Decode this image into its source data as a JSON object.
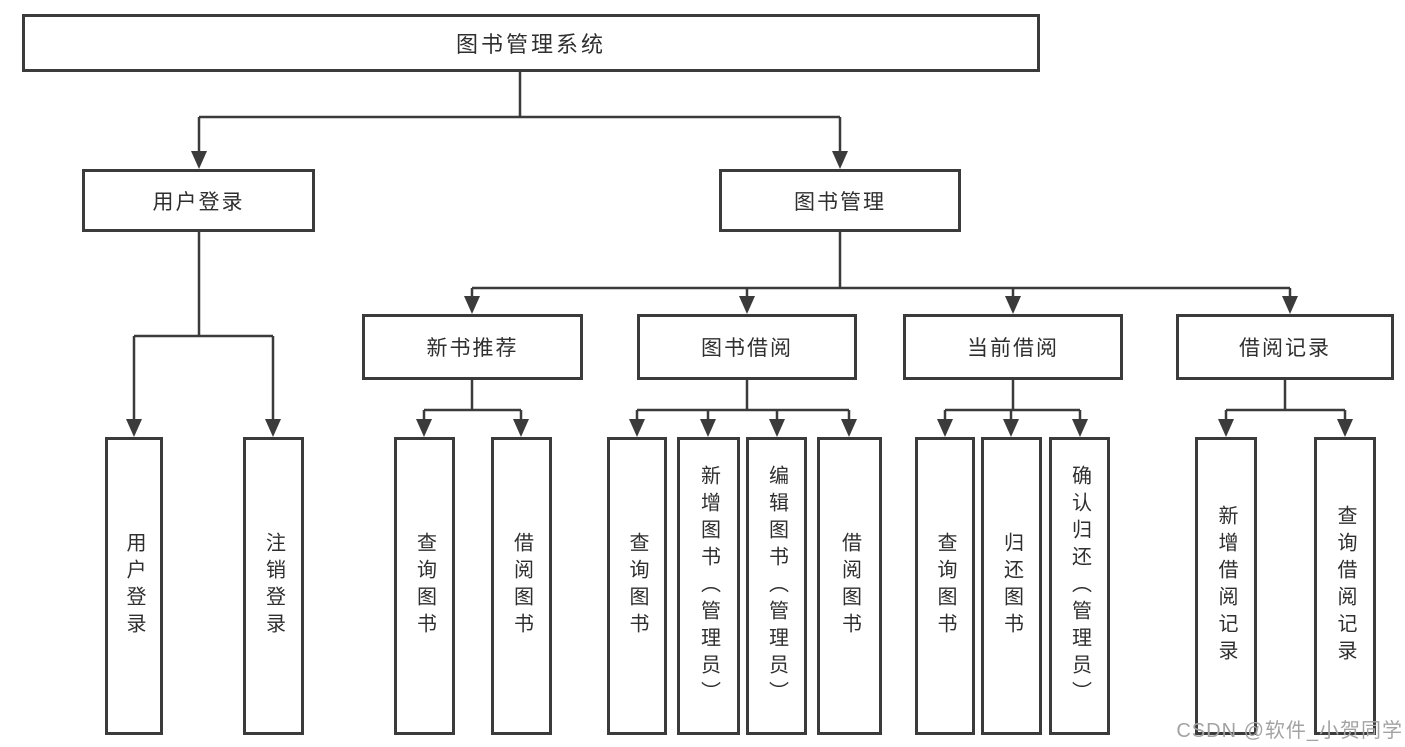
{
  "colors": {
    "background": "#ffffff",
    "line": "#3b3b3b",
    "box_border": "#3b3b3b",
    "text": "#2f2f2f",
    "watermark": "#a3a3a3"
  },
  "nodes": {
    "root": {
      "label": "图书管理系统"
    },
    "level2": [
      {
        "label": "用户登录"
      },
      {
        "label": "图书管理"
      }
    ],
    "level3": [
      {
        "label": "新书推荐"
      },
      {
        "label": "图书借阅"
      },
      {
        "label": "当前借阅"
      },
      {
        "label": "借阅记录"
      }
    ],
    "leaves": [
      {
        "label": "用户登录"
      },
      {
        "label": "注销登录"
      },
      {
        "label": "查询图书"
      },
      {
        "label": "借阅图书"
      },
      {
        "label": "查询图书"
      },
      {
        "label": "新增图书（管理员）"
      },
      {
        "label": "编辑图书（管理员）"
      },
      {
        "label": "借阅图书"
      },
      {
        "label": "查询图书"
      },
      {
        "label": "归还图书"
      },
      {
        "label": "确认归还（管理员）"
      },
      {
        "label": "新增借阅记录"
      },
      {
        "label": "查询借阅记录"
      }
    ]
  },
  "watermark": {
    "text": "CSDN @软件_小贺同学"
  }
}
